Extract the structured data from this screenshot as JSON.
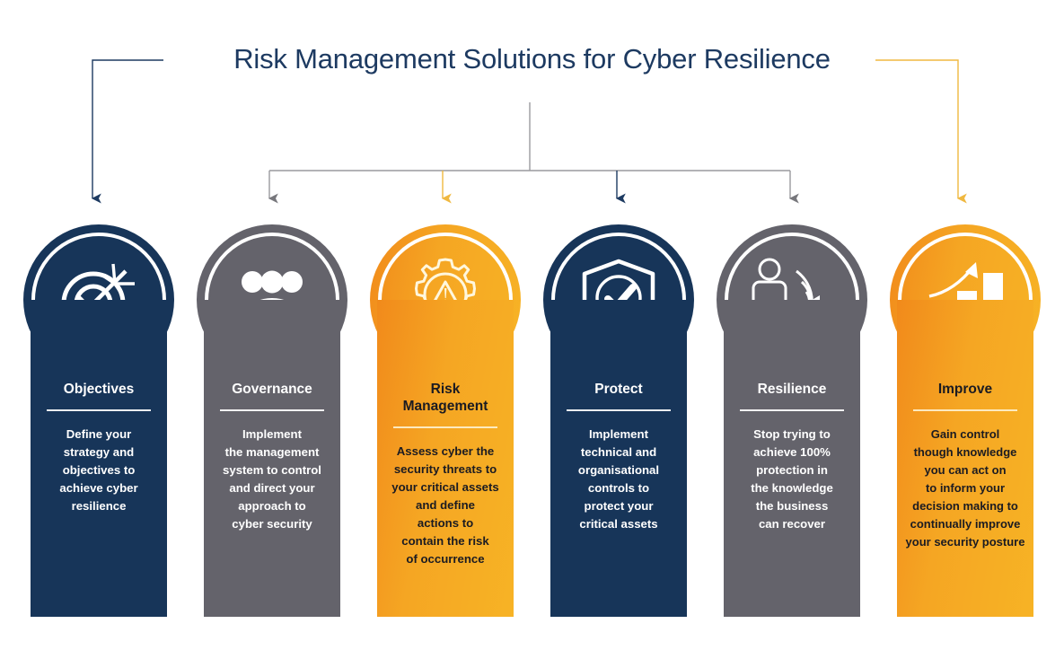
{
  "title": "Risk Management Solutions for Cyber Resilience",
  "colors": {
    "navy": "#173559",
    "grey": "#64636b",
    "orange": "#f5a623",
    "title_text": "#1d3a61",
    "connector_navy": "#1d3a61",
    "connector_grey": "#9a9a9e",
    "connector_orange": "#f0b840"
  },
  "columns": [
    {
      "id": "objectives",
      "heading": "Objectives",
      "icon": "target-arrow-icon",
      "theme": "navy",
      "description": "Define your\nstrategy and\nobjectives to\nachieve cyber\nresilience"
    },
    {
      "id": "governance",
      "heading": "Governance",
      "icon": "people-group-icon",
      "theme": "grey",
      "description": "Implement\nthe management\nsystem to control\nand direct  your\napproach to\ncyber security"
    },
    {
      "id": "risk-management",
      "heading": "Risk\nManagement",
      "icon": "gear-warning-icon",
      "theme": "orange",
      "description": "Assess cyber the\nsecurity threats to\nyour critical assets\nand define\nactions to\ncontain the risk\nof occurrence"
    },
    {
      "id": "protect",
      "heading": "Protect",
      "icon": "shield-check-icon",
      "theme": "navy",
      "description": "Implement\ntechnical and\norganisational\ncontrols to\nprotect your\ncritical assets"
    },
    {
      "id": "resilience",
      "heading": "Resilience",
      "icon": "person-impact-waves-icon",
      "theme": "grey",
      "description": "Stop trying to\nachieve 100%\nprotection in\nthe knowledge\nthe business\ncan recover"
    },
    {
      "id": "improve",
      "heading": "Improve",
      "icon": "bar-chart-growth-icon",
      "theme": "orange",
      "description": "Gain control\nthough  knowledge\nyou can act on\nto inform your\ndecision making to\ncontinually improve\nyour security posture"
    }
  ]
}
